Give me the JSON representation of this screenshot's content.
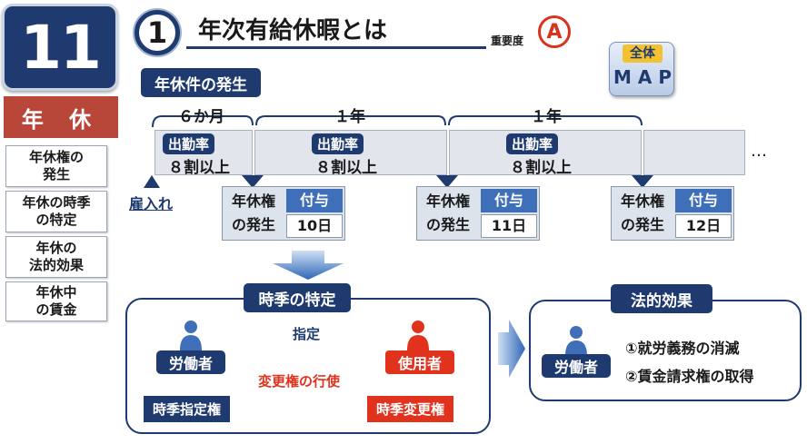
{
  "chapter": {
    "number": "11",
    "label": "年 休"
  },
  "sidebar": {
    "items": [
      {
        "label": "年休権の\n発生"
      },
      {
        "label": "年休の時季\nの特定"
      },
      {
        "label": "年休の\n法的効果"
      },
      {
        "label": "年休中\nの賃金"
      }
    ]
  },
  "header": {
    "number": "1",
    "title": "年次有給休暇とは",
    "importance_label": "重要度",
    "importance_grade": "A",
    "map_top": "全体",
    "map_letters": [
      "M",
      "A",
      "P"
    ]
  },
  "timeline": {
    "section_label": "年休件の発生",
    "periods": [
      "６か月",
      "１年",
      "１年"
    ],
    "segments": [
      {
        "chip": "出勤率",
        "text": "８割以上"
      },
      {
        "chip": "出勤率",
        "text": "８割以上"
      },
      {
        "chip": "出勤率",
        "text": "８割以上"
      }
    ],
    "ellipsis": "…",
    "hire_label": "雇入れ",
    "grants": [
      {
        "label1": "年休権",
        "label2": "の発生",
        "head": "付与",
        "value": "10日"
      },
      {
        "label1": "年休権",
        "label2": "の発生",
        "head": "付与",
        "value": "11日"
      },
      {
        "label1": "年休権",
        "label2": "の発生",
        "head": "付与",
        "value": "12日"
      }
    ]
  },
  "timing": {
    "title": "時季の特定",
    "worker_label": "労働者",
    "employer_label": "使用者",
    "designate_label": "指定",
    "change_label": "変更権の行使",
    "worker_right": "時季指定権",
    "employer_right": "時季変更権"
  },
  "legal": {
    "title": "法的効果",
    "worker_label": "労働者",
    "effects": [
      "①就労義務の消滅",
      "②賃金請求権の取得"
    ]
  },
  "colors": {
    "navy": "#1e3a6e",
    "red": "#e0321c",
    "accent_blue": "#3f6fb8",
    "chapter_red": "#b8473a"
  }
}
